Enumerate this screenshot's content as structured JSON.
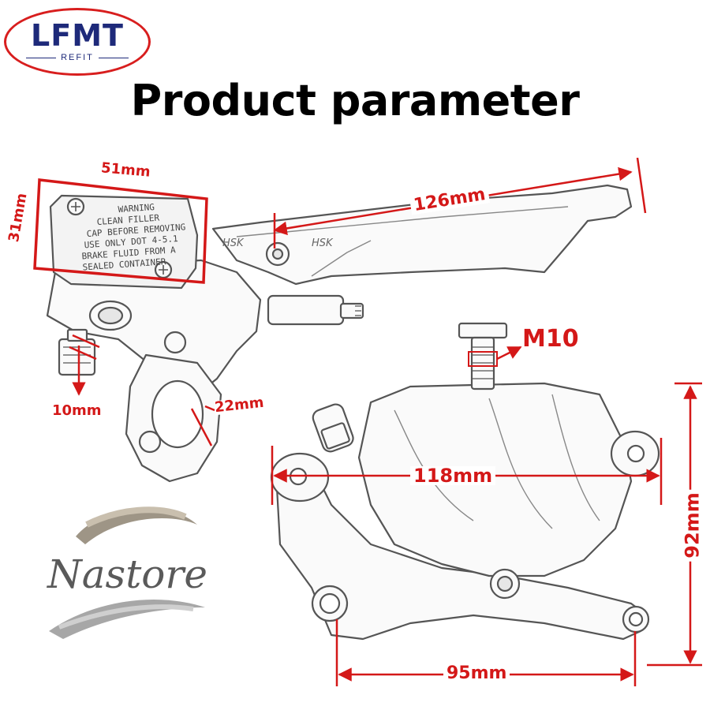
{
  "logo": {
    "brand": "LFMT",
    "tagline": "REFIT"
  },
  "title": "Product parameter",
  "reservoir_text": [
    "WARNING",
    "CLEAN FILLER",
    "CAP BEFORE REMOVING",
    "USE ONLY DOT 4-5.1",
    "BRAKE FLUID FROM A",
    "SEALED CONTAINER"
  ],
  "lever_marking": "HSK",
  "dimensions": {
    "reservoir_width": "51mm",
    "reservoir_height": "31mm",
    "lever_length": "126mm",
    "banjo_bolt": "10mm",
    "bar_clamp": "22mm",
    "caliper_bolt": "M10",
    "caliper_width": "118mm",
    "caliper_height": "92mm",
    "caliper_mount": "95mm"
  },
  "watermark": "Nastore",
  "colors": {
    "dimension": "#d41818",
    "logo_ring": "#d81e1e",
    "logo_text": "#1e2a7a",
    "outline": "#555555"
  }
}
